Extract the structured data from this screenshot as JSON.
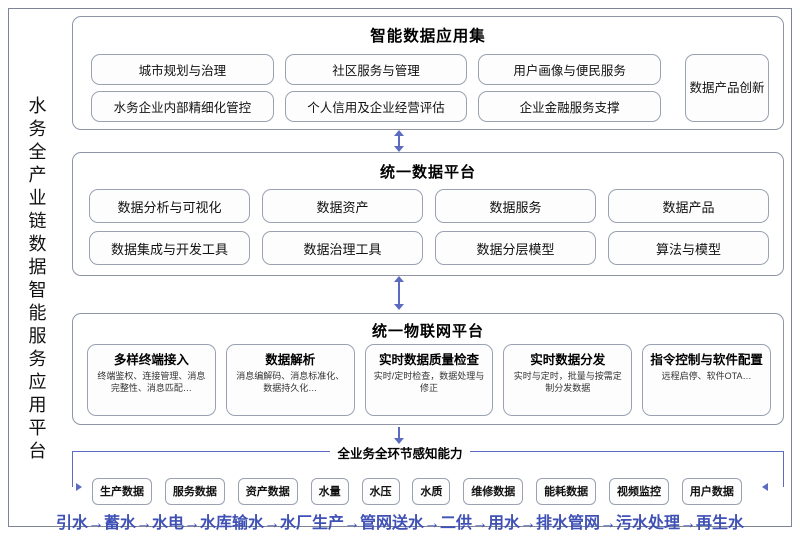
{
  "side_title": "水务全产业链数据智能服务应用平台",
  "layers": {
    "apps": {
      "title": "智能数据应用集",
      "items": [
        "城市规划与治理",
        "社区服务与管理",
        "用户画像与便民服务",
        "水务企业内部精细化管控",
        "个人信用及企业经营评估",
        "企业金融服务支撑"
      ],
      "side_item": "数据产品创新"
    },
    "platform": {
      "title": "统一数据平台",
      "items": [
        "数据分析与可视化",
        "数据资产",
        "数据服务",
        "数据产品",
        "数据集成与开发工具",
        "数据治理工具",
        "数据分层模型",
        "算法与模型"
      ]
    },
    "iot": {
      "title": "统一物联网平台",
      "items": [
        {
          "head": "多样终端接入",
          "desc": "终端鉴权、连接管理、消息完整性、消息匹配…"
        },
        {
          "head": "数据解析",
          "desc": "消息编解码、消息标准化、数据持久化…"
        },
        {
          "head": "实时数据质量检查",
          "desc": "实时/定时检查，数据处理与修正"
        },
        {
          "head": "实时数据分发",
          "desc": "实时与定时，批量与按需定制分发数据"
        },
        {
          "head": "指令控制与软件配置",
          "desc": "远程启停、软件OTA…"
        }
      ]
    },
    "sensing": {
      "title": "全业务全环节感知能力",
      "tiles": [
        "生产数据",
        "服务数据",
        "资产数据",
        "水量",
        "水压",
        "水质",
        "维修数据",
        "能耗数据",
        "视频监控",
        "用户数据"
      ]
    }
  },
  "process_chain": "引水→蓄水→水电→水库输水→水厂生产→管网送水→二供→用水→排水管网→污水处理→再生水",
  "colors": {
    "accent": "#5b6bbf",
    "chain_text": "#3f51b5",
    "box_border": "#9aa2b2",
    "frame_border": "#7c8496"
  }
}
